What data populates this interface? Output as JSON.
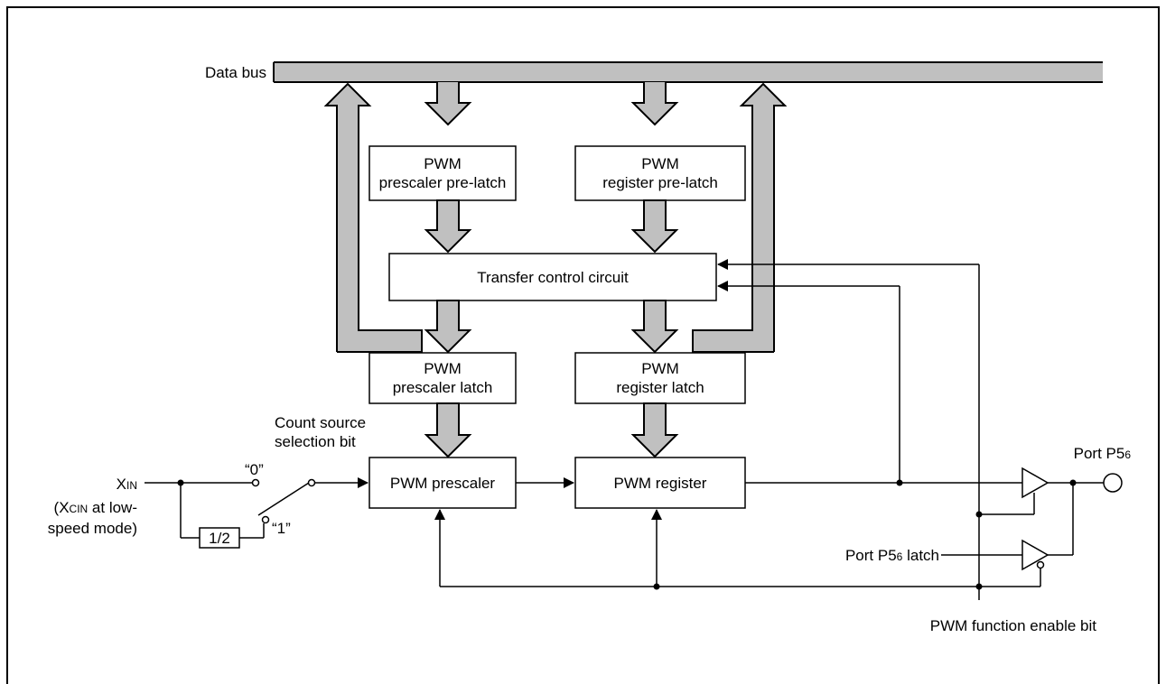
{
  "diagram": {
    "data_bus": "Data bus",
    "boxes": {
      "prescaler_prelatch": {
        "line1": "PWM",
        "line2": "prescaler pre-latch"
      },
      "register_prelatch": {
        "line1": "PWM",
        "line2": "register pre-latch"
      },
      "transfer_control": "Transfer control circuit",
      "prescaler_latch": {
        "line1": "PWM",
        "line2": "prescaler latch"
      },
      "register_latch": {
        "line1": "PWM",
        "line2": "register latch"
      },
      "prescaler": "PWM prescaler",
      "register": "PWM register",
      "divider": "1/2"
    },
    "labels": {
      "count_source_line1": "Count source",
      "count_source_line2": "selection bit",
      "sel0": "“0”",
      "sel1": "“1”",
      "xin": "X",
      "xin_sub": "IN",
      "xcin_open": "(X",
      "xcin_sub": "CIN",
      "xcin_rest": " at low-",
      "speed_mode": "speed mode)",
      "port_main": "Port P5",
      "port_sub": "6",
      "port_latch_main": "Port P5",
      "port_latch_sub": "6",
      "port_latch_rest": " latch",
      "pwm_enable": "PWM function enable bit"
    },
    "colors": {
      "bus_fill": "#c0c0c0",
      "line": "#000000"
    }
  }
}
